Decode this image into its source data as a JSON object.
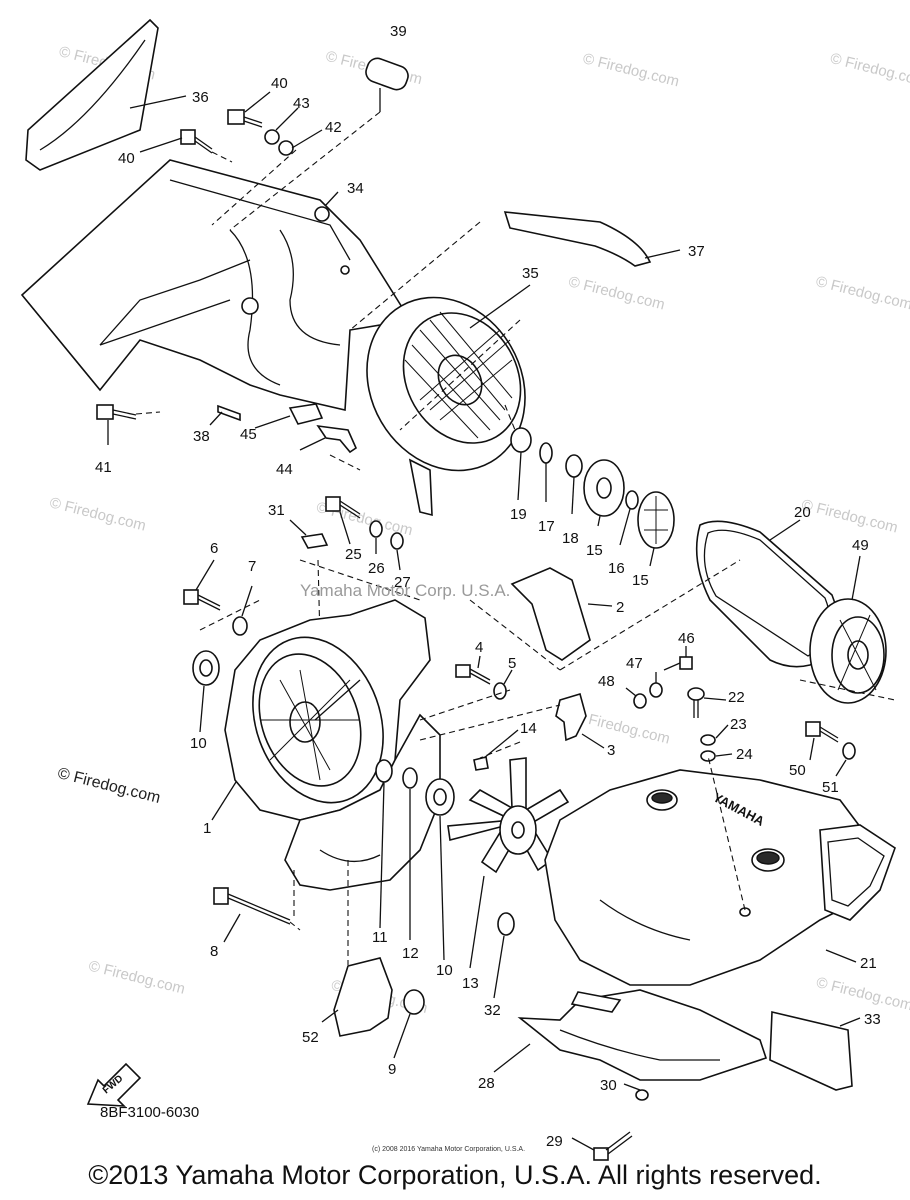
{
  "diagram": {
    "diagram_code": "8BF3100-6030",
    "copyright": "©2013 Yamaha Motor Corporation, U.S.A. All rights reserved.",
    "small_copyright": "(c) 2008 2016 Yamaha Motor Corporation, U.S.A.",
    "center_watermark": "Yamaha Motor Corp. U.S.A.",
    "firedog_label": "© Firedog.com",
    "fwd_label": "FWD",
    "cover_brand": "YAMAHA",
    "watermark_text": "© Firedog.com",
    "callouts": [
      "39",
      "40",
      "43",
      "42",
      "36",
      "40",
      "34",
      "37",
      "35",
      "41",
      "38",
      "45",
      "44",
      "19",
      "17",
      "18",
      "15",
      "16",
      "15",
      "20",
      "49",
      "31",
      "25",
      "26",
      "27",
      "6",
      "7",
      "2",
      "4",
      "5",
      "46",
      "47",
      "48",
      "22",
      "23",
      "24",
      "14",
      "3",
      "50",
      "51",
      "10",
      "1",
      "11",
      "12",
      "10",
      "13",
      "32",
      "21",
      "8",
      "52",
      "9",
      "28",
      "33",
      "30",
      "29"
    ]
  }
}
